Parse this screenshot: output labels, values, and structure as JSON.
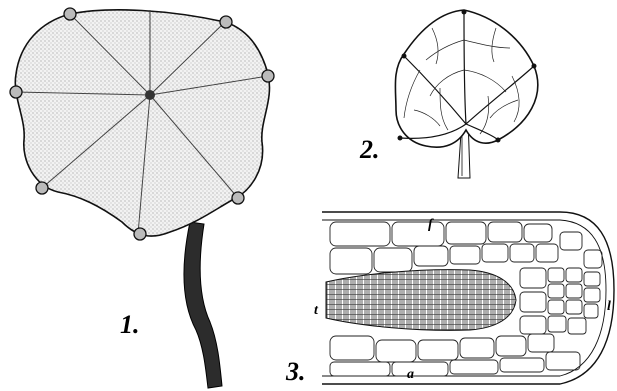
{
  "figures": [
    {
      "number": "1."
    },
    {
      "number": "2."
    },
    {
      "number": "3."
    }
  ],
  "figure3_labels": {
    "f": "f",
    "t": "t",
    "a": "a",
    "l": "l"
  }
}
